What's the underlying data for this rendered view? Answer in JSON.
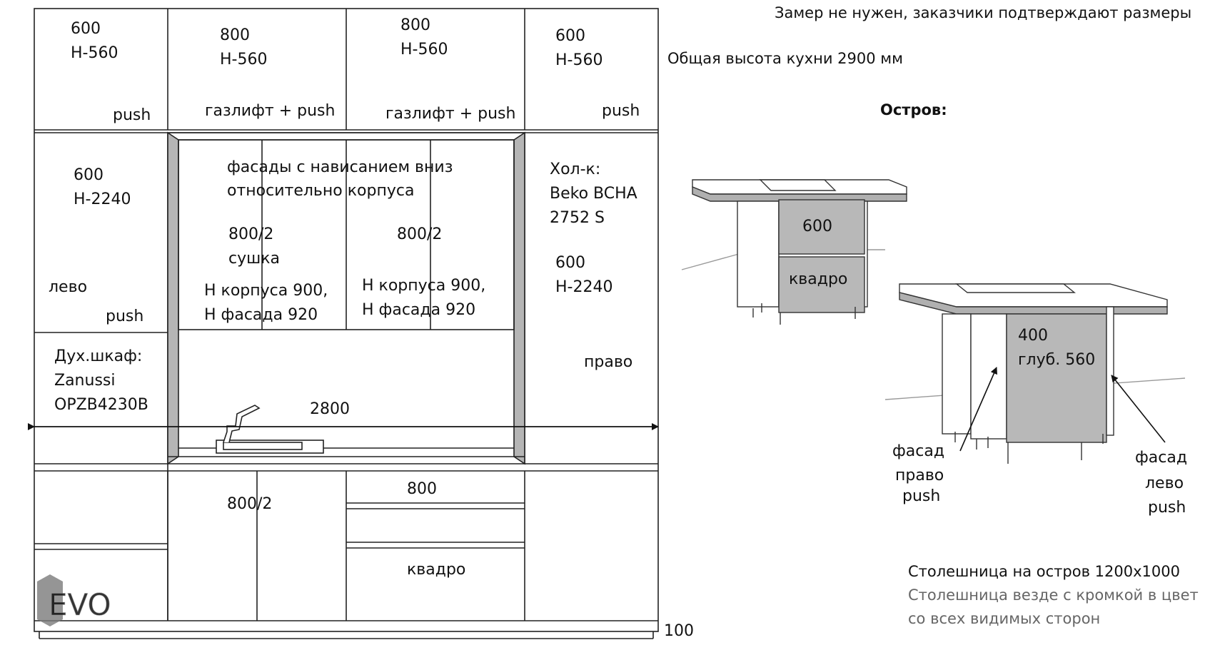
{
  "notes": {
    "measure": "Замер не нужен, заказчики подтверждают размеры",
    "total_height": "Общая высота кухни 2900 мм",
    "island_title": "Остров:",
    "countertop_island": "Столешница  на остров 1200х1000",
    "countertop_edge_1": "Столешница  везде с кромкой в цвет",
    "countertop_edge_2": "со всех видимых сторон"
  },
  "upper": [
    {
      "w": "600",
      "h": "Н-560",
      "open": "push"
    },
    {
      "w": "800",
      "h": "Н-560",
      "open": "газлифт +  push"
    },
    {
      "w": "800",
      "h": "Н-560",
      "open": "газлифт +  push"
    },
    {
      "w": "600",
      "h": "Н-560",
      "open": "push"
    }
  ],
  "left_tall": {
    "w": "600",
    "h": "Н-2240",
    "hinge": "лево",
    "open": "push"
  },
  "oven": {
    "l1": "Дух.шкаф:",
    "l2": "Zanussi",
    "l3": "OPZB4230B"
  },
  "middle": {
    "overhang_1": "фасады с нависанием  вниз",
    "overhang_2": "относительно  корпуса",
    "left_w": "800/2",
    "left_sub": "сушка",
    "right_w": "800/2",
    "h_body_l": "Н корпуса 900,",
    "h_front_l": "Н фасада 920",
    "h_body_r": "Н корпуса 900,",
    "h_front_r": "Н фасада 920"
  },
  "fridge": {
    "l1": "Хол-к:",
    "l2": "Beko BCHA",
    "l3": "2752 S"
  },
  "right_tall": {
    "w": "600",
    "h": "Н-2240",
    "hinge": "право"
  },
  "width_dim": "2800",
  "lower": {
    "sink_w": "800/2",
    "drawers_w": "800",
    "drawers_type": "квадро"
  },
  "plinth": "100",
  "island1": {
    "w": "600",
    "type": "квадро"
  },
  "island2": {
    "w": "400",
    "d": "глуб. 560"
  },
  "arrows": {
    "right_1": "фасад",
    "right_2": "право",
    "right_3": "push",
    "left_1": "фасад",
    "left_2": "лево",
    "left_3": "push"
  },
  "logo": "EVO"
}
